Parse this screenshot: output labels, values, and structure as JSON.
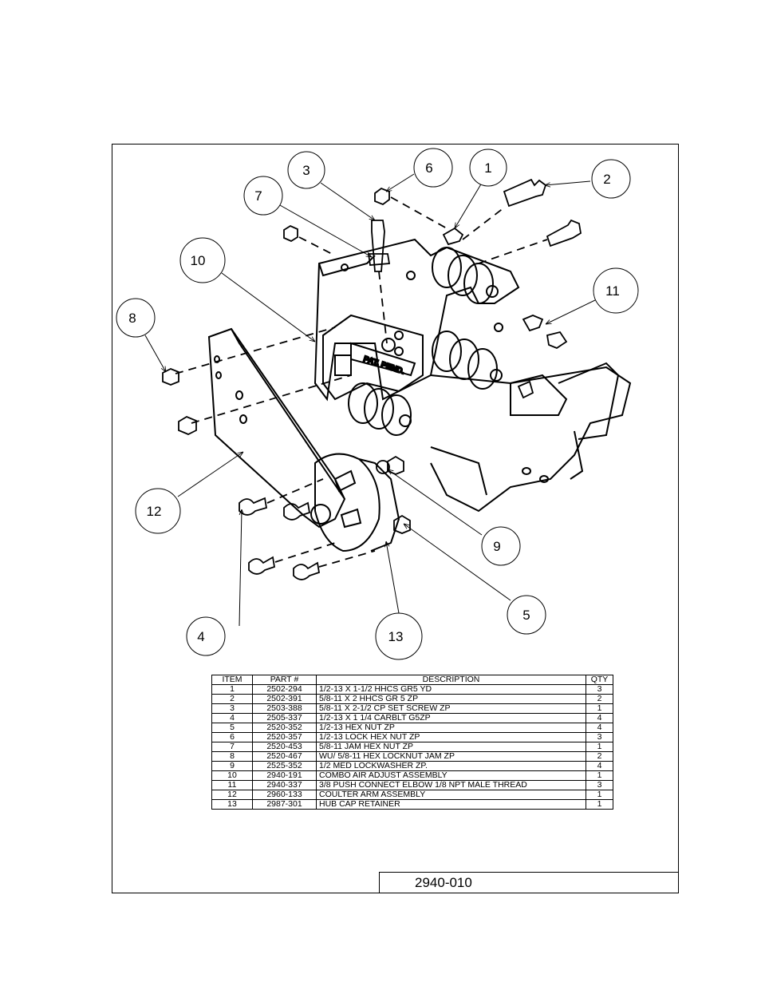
{
  "drawing_number": "2940-010",
  "callouts": [
    {
      "id": "1",
      "label": "1"
    },
    {
      "id": "2",
      "label": "2"
    },
    {
      "id": "3",
      "label": "3"
    },
    {
      "id": "4",
      "label": "4"
    },
    {
      "id": "5",
      "label": "5"
    },
    {
      "id": "6",
      "label": "6"
    },
    {
      "id": "7",
      "label": "7"
    },
    {
      "id": "8",
      "label": "8"
    },
    {
      "id": "9",
      "label": "9"
    },
    {
      "id": "10",
      "label": "10"
    },
    {
      "id": "11",
      "label": "11"
    },
    {
      "id": "12",
      "label": "12"
    },
    {
      "id": "13",
      "label": "13"
    }
  ],
  "stamp_text": "PAT. PEND.",
  "bom": {
    "headers": {
      "item": "ITEM",
      "part": "PART #",
      "description": "DESCRIPTION",
      "qty": "QTY"
    },
    "rows": [
      {
        "item": "1",
        "part": "2502-294",
        "description": "1/2-13 X 1-1/2 HHCS GR5 YD",
        "qty": "3"
      },
      {
        "item": "2",
        "part": "2502-391",
        "description": "5/8-11 X 2 HHCS GR 5 ZP",
        "qty": "2"
      },
      {
        "item": "3",
        "part": "2503-388",
        "description": "5/8-11 X 2-1/2 CP SET SCREW ZP",
        "qty": "1"
      },
      {
        "item": "4",
        "part": "2505-337",
        "description": "1/2-13 X 1 1/4 CARBLT G5ZP",
        "qty": "4"
      },
      {
        "item": "5",
        "part": "2520-352",
        "description": "1/2-13 HEX NUT ZP",
        "qty": "4"
      },
      {
        "item": "6",
        "part": "2520-357",
        "description": "1/2-13 LOCK HEX NUT ZP",
        "qty": "3"
      },
      {
        "item": "7",
        "part": "2520-453",
        "description": "5/8-11 JAM HEX NUT ZP",
        "qty": "1"
      },
      {
        "item": "8",
        "part": "2520-467",
        "description": "WU/ 5/8-11 HEX LOCKNUT JAM ZP",
        "qty": "2"
      },
      {
        "item": "9",
        "part": "2525-352",
        "description": "1/2 MED LOCKWASHER ZP.",
        "qty": "4"
      },
      {
        "item": "10",
        "part": "2940-191",
        "description": "COMBO AIR ADJUST ASSEMBLY",
        "qty": "1"
      },
      {
        "item": "11",
        "part": "2940-337",
        "description": "3/8 PUSH CONNECT ELBOW 1/8 NPT MALE THREAD",
        "qty": "3"
      },
      {
        "item": "12",
        "part": "2960-133",
        "description": "COULTER ARM ASSEMBLY",
        "qty": "1"
      },
      {
        "item": "13",
        "part": "2987-301",
        "description": "HUB CAP RETAINER",
        "qty": "1"
      }
    ]
  }
}
